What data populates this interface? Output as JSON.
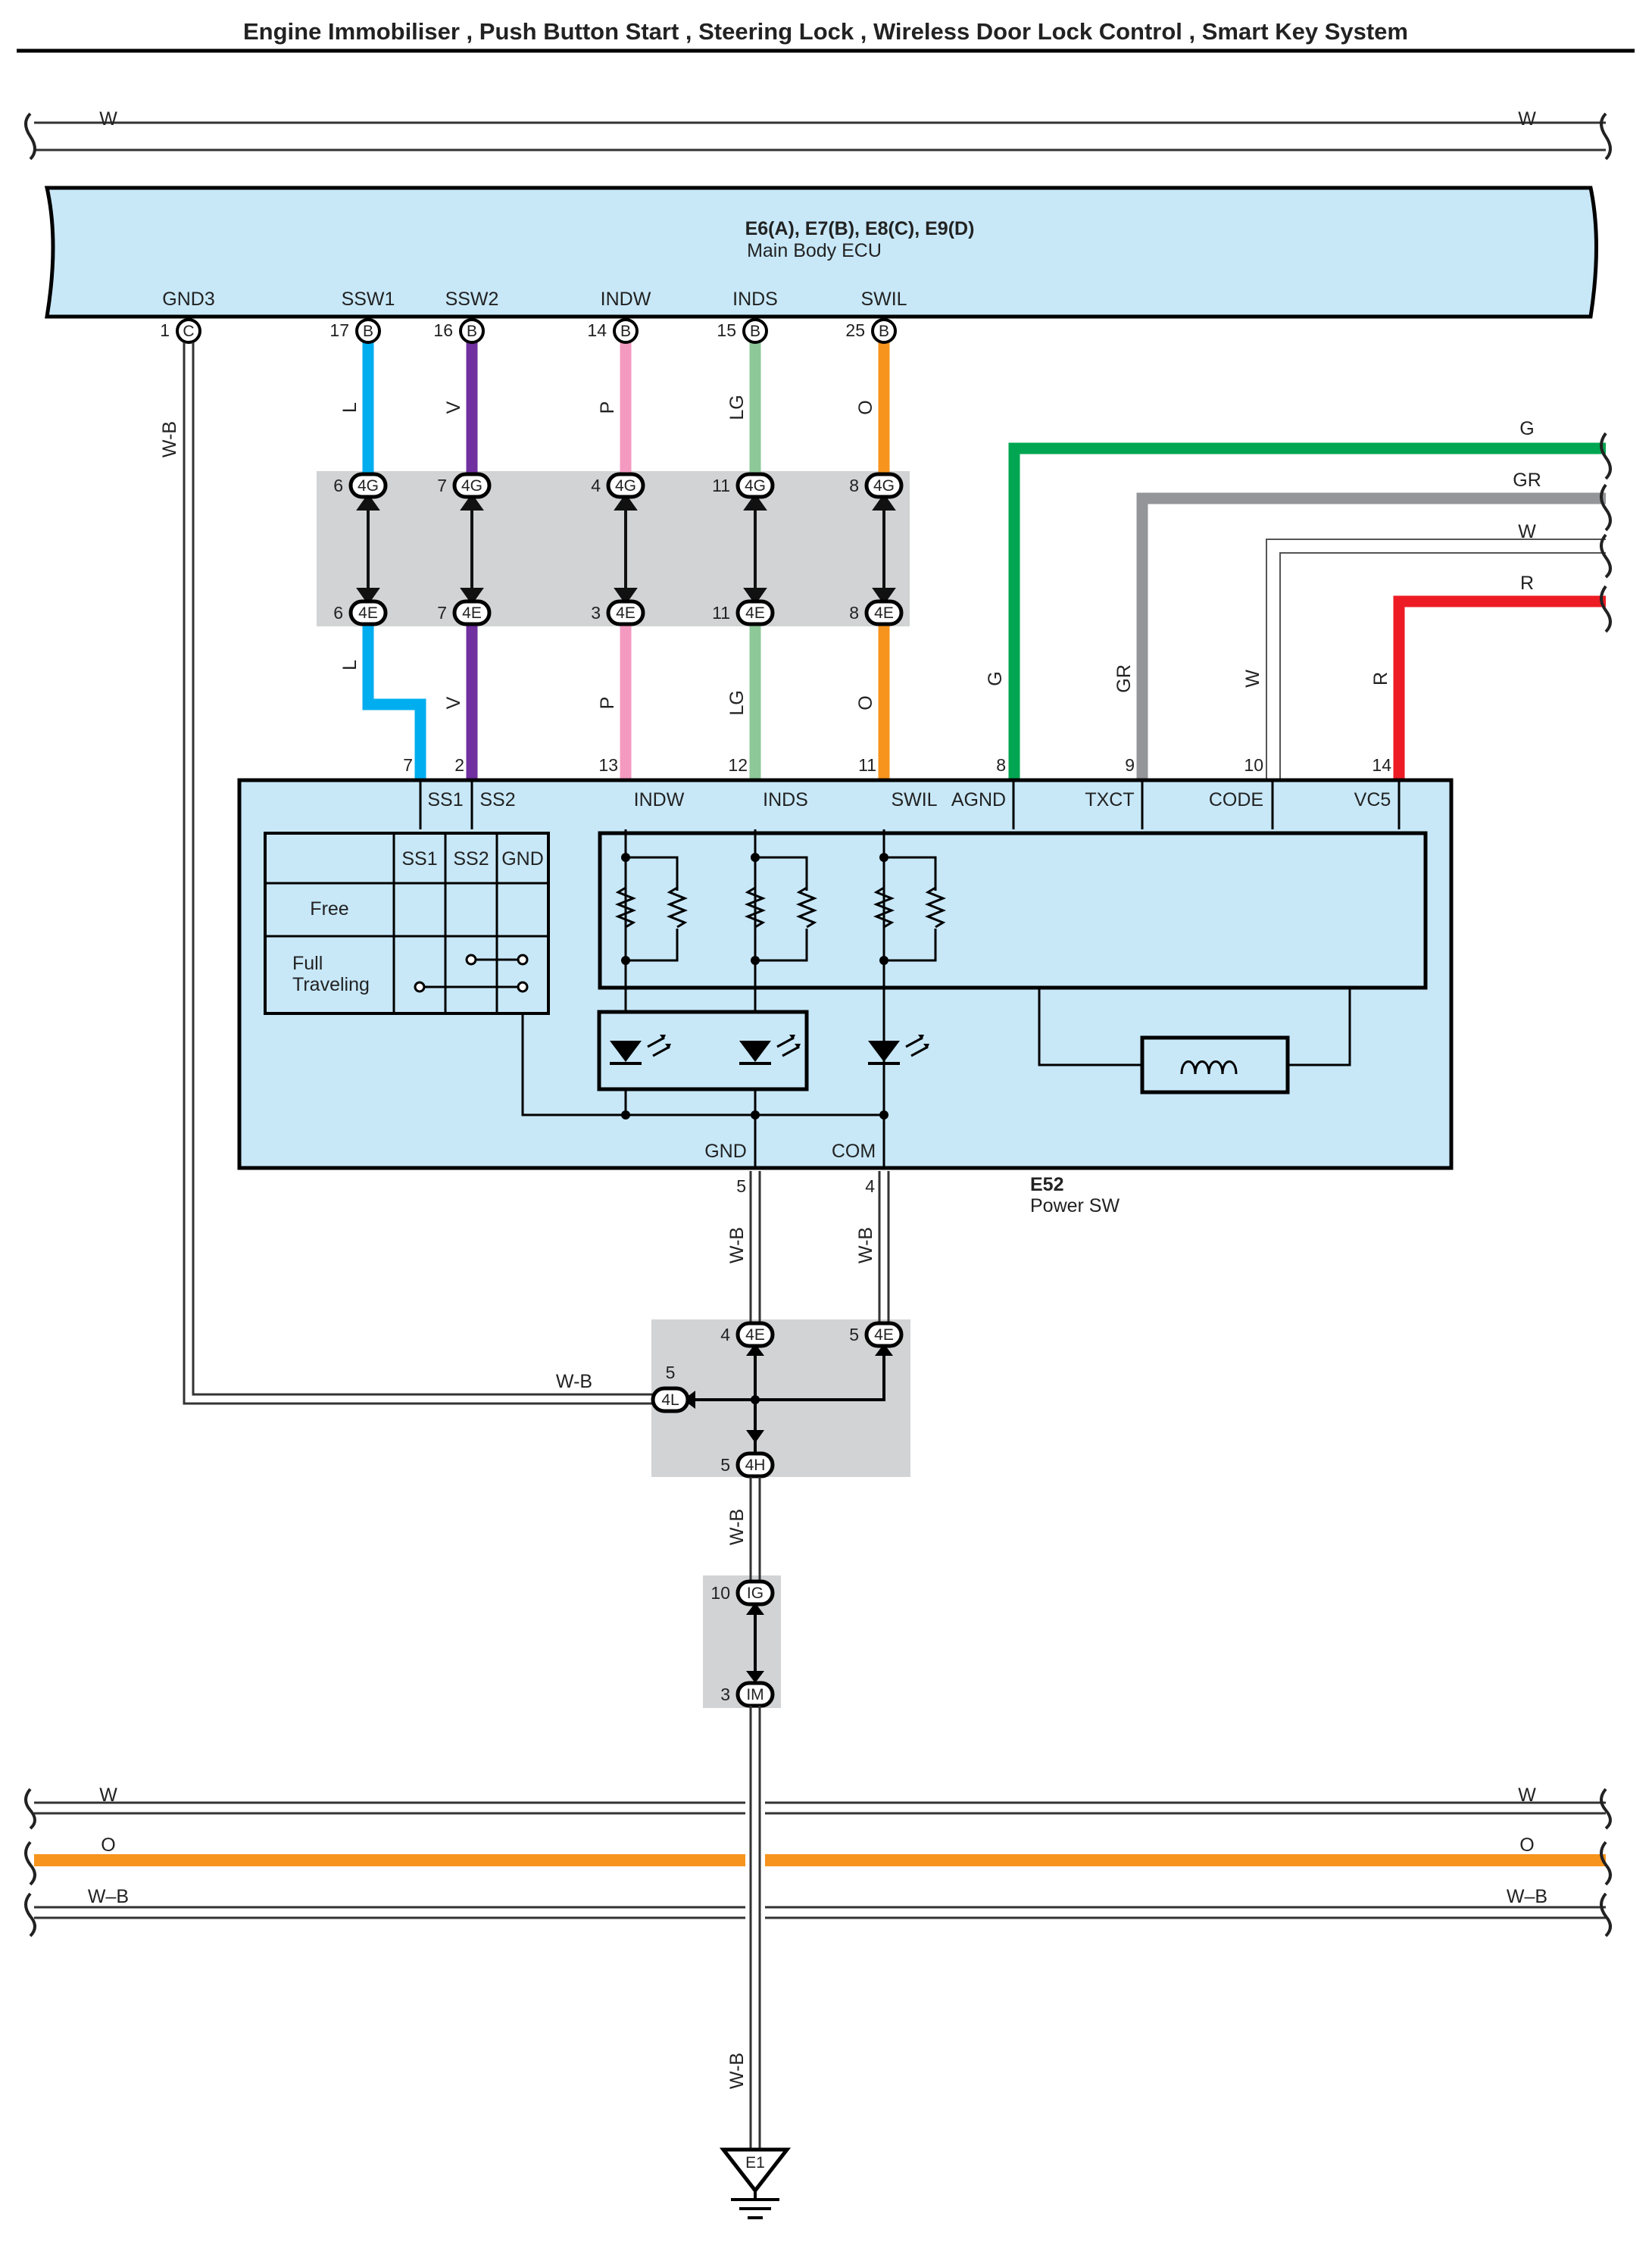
{
  "title": "Engine Immobiliser , Push Button Start , Steering Lock , Wireless Door Lock Control , Smart Key System",
  "top_bus": {
    "left_label": "W",
    "right_label": "W"
  },
  "ecu": {
    "id": "E6(A), E7(B), E8(C), E9(D)",
    "name": "Main Body ECU",
    "pins": [
      {
        "label": "GND3",
        "num": "1",
        "conn": "C",
        "wire": "W-B"
      },
      {
        "label": "SSW1",
        "num": "17",
        "conn": "B",
        "wire": "L"
      },
      {
        "label": "SSW2",
        "num": "16",
        "conn": "B",
        "wire": "V"
      },
      {
        "label": "INDW",
        "num": "14",
        "conn": "B",
        "wire": "P"
      },
      {
        "label": "INDS",
        "num": "15",
        "conn": "B",
        "wire": "LG"
      },
      {
        "label": "SWIL",
        "num": "25",
        "conn": "B",
        "wire": "O"
      }
    ]
  },
  "junction_upper": {
    "top": [
      {
        "num": "6",
        "code": "4G"
      },
      {
        "num": "7",
        "code": "4G"
      },
      {
        "num": "4",
        "code": "4G"
      },
      {
        "num": "11",
        "code": "4G"
      },
      {
        "num": "8",
        "code": "4G"
      }
    ],
    "bottom": [
      {
        "num": "6",
        "code": "4E"
      },
      {
        "num": "7",
        "code": "4E"
      },
      {
        "num": "3",
        "code": "4E"
      },
      {
        "num": "11",
        "code": "4E"
      },
      {
        "num": "8",
        "code": "4E"
      }
    ],
    "lower_wires": [
      "L",
      "V",
      "P",
      "LG",
      "O"
    ]
  },
  "right_wires": [
    {
      "label": "G",
      "vertical_label": "G",
      "color": "#00a651"
    },
    {
      "label": "GR",
      "vertical_label": "GR",
      "color": "#939598"
    },
    {
      "label": "W",
      "vertical_label": "W",
      "color": "#ffffff"
    },
    {
      "label": "R",
      "vertical_label": "R",
      "color": "#ed1c24"
    }
  ],
  "power_sw": {
    "id": "E52",
    "name": "Power SW",
    "top_pins": [
      {
        "num": "7",
        "label": "SS1"
      },
      {
        "num": "2",
        "label": "SS2"
      },
      {
        "num": "13",
        "label": "INDW"
      },
      {
        "num": "12",
        "label": "INDS"
      },
      {
        "num": "11",
        "label": "SWIL"
      },
      {
        "num": "8",
        "label": "AGND"
      },
      {
        "num": "9",
        "label": "TXCT"
      },
      {
        "num": "10",
        "label": "CODE"
      },
      {
        "num": "14",
        "label": "VC5"
      }
    ],
    "table": {
      "headers": [
        "SS1",
        "SS2",
        "GND"
      ],
      "rows": [
        "Free",
        "Full",
        "Traveling"
      ]
    },
    "bottom_pins": [
      {
        "num": "5",
        "label": "GND",
        "wire": "W-B"
      },
      {
        "num": "4",
        "label": "COM",
        "wire": "W-B"
      }
    ]
  },
  "junction_lower": {
    "in_left": {
      "num": "4",
      "code": "4E"
    },
    "in_right": {
      "num": "5",
      "code": "4E"
    },
    "side": {
      "num": "5",
      "code": "4L",
      "wire": "W-B"
    },
    "out": {
      "num": "5",
      "code": "4H"
    },
    "out_wire": "W-B"
  },
  "connector_ig_im": {
    "top": {
      "num": "10",
      "code": "IG"
    },
    "bottom": {
      "num": "3",
      "code": "IM"
    }
  },
  "bottom_buses": [
    {
      "left_label": "W",
      "right_label": "W",
      "color": "#ffffff"
    },
    {
      "left_label": "O",
      "right_label": "O",
      "color": "#f7941d"
    },
    {
      "left_label": "W–B",
      "right_label": "W–B",
      "color": "#ffffff"
    }
  ],
  "ground": {
    "wire": "W-B",
    "label": "E1"
  },
  "colors": {
    "ecu_fill": "#c8e8f8",
    "junction_fill": "#d1d3d4",
    "L": "#00aeef",
    "V": "#7030a0",
    "P": "#f49ac1",
    "LG": "#8dc898",
    "O": "#f7941d"
  }
}
